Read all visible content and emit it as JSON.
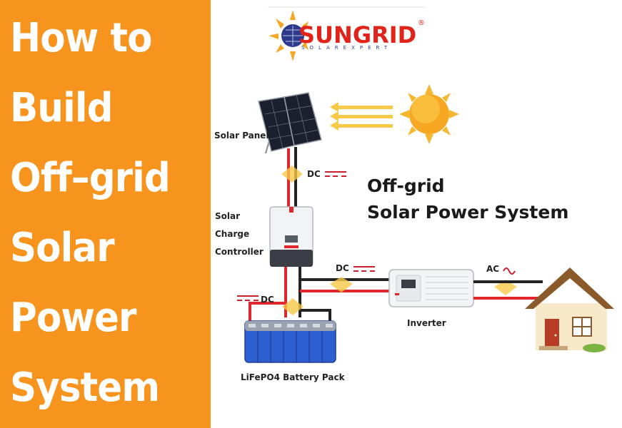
{
  "headline": [
    "How to",
    "Build",
    "Off–grid",
    "Solar",
    "Power",
    "System"
  ],
  "logo": {
    "name": "SUNGRID",
    "tagline": "SOLAREXPERT",
    "registered": "®"
  },
  "diagram": {
    "title": [
      "Off-grid",
      "Solar Power System"
    ],
    "components": {
      "solar_panel": "Solar Panel",
      "charge_controller": [
        "Solar",
        "Charge",
        "Controller"
      ],
      "inverter": "Inverter",
      "battery": "LiFePO4 Battery Pack"
    },
    "current_labels": {
      "dc_panel": "DC",
      "dc_inverter": "DC",
      "dc_battery": "DC",
      "ac_house": "AC"
    }
  },
  "colors": {
    "orange": "#f7941d",
    "wire_red": "#e0252b",
    "wire_black": "#222222",
    "battery_blue": "#2d5fd0",
    "sun": "#f7b529",
    "brand_red": "#e2231a",
    "brand_blue": "#2b3a8c"
  }
}
